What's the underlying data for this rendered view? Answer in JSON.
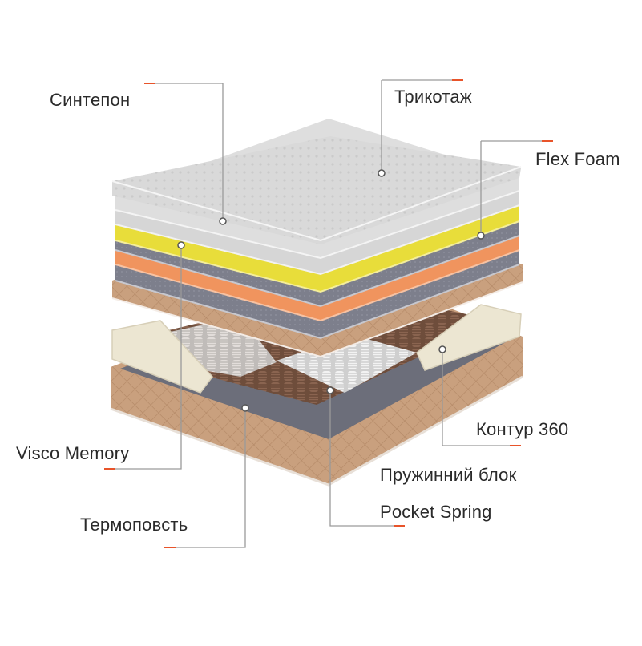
{
  "labels": {
    "sintepon": "Синтепон",
    "trykotazh": "Трикотаж",
    "flex_foam": "Flex Foam",
    "kontur": "Контур 360",
    "pruzhynnyi_blok": "Пружинний блок",
    "pocket_spring": "Pocket Spring",
    "visco_memory": "Visco Memory",
    "termopovst": "Термоповсть"
  },
  "colors": {
    "accent": "#e8542a",
    "leader_line": "#9a9a9a",
    "knit_top": "#d9d9d9",
    "synthetic_layer": "#dcdcdc",
    "flex_foam": "#e8dd3a",
    "visco_memory": "#f0945e",
    "felt": "#7d7f8c",
    "fabric_base": "#c9a07e",
    "contour_frame": "#ece6d2",
    "spring_white": "#f1f1f1",
    "spring_brown": "#7e5a46"
  }
}
